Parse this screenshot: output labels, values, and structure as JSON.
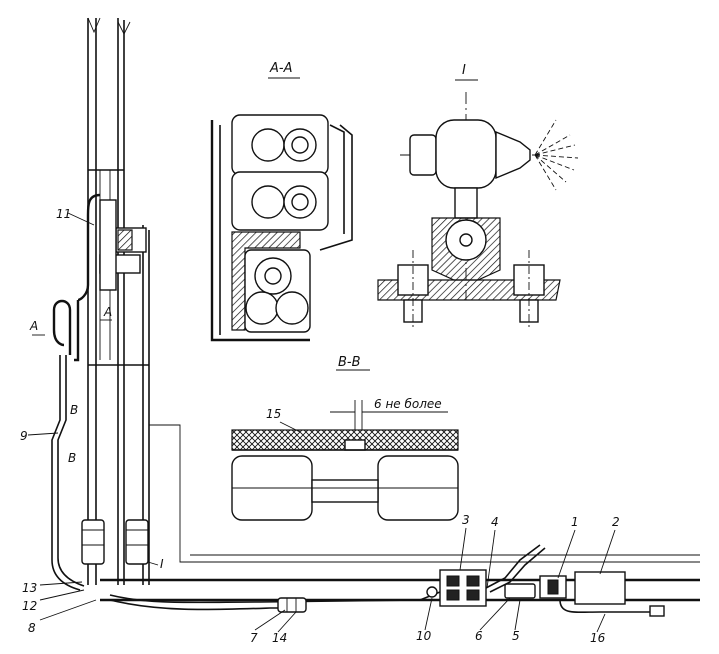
{
  "section_titles": {
    "aa": "А-А",
    "view_i": "I",
    "bb": "В-В"
  },
  "annotations": {
    "gap_note": "6 не более"
  },
  "callouts": {
    "n1": "1",
    "n2": "2",
    "n3": "3",
    "n4": "4",
    "n5": "5",
    "n6": "6",
    "n7": "7",
    "n8": "8",
    "n9": "9",
    "n10": "10",
    "n11": "11",
    "n12": "12",
    "n13": "13",
    "n14": "14",
    "n15": "15",
    "n16": "16",
    "i_mark": "I",
    "a_left": "А",
    "a_right": "А",
    "b_top": "В",
    "b_bottom": "В"
  },
  "colors": {
    "ink": "#111111",
    "paper": "#ffffff"
  }
}
